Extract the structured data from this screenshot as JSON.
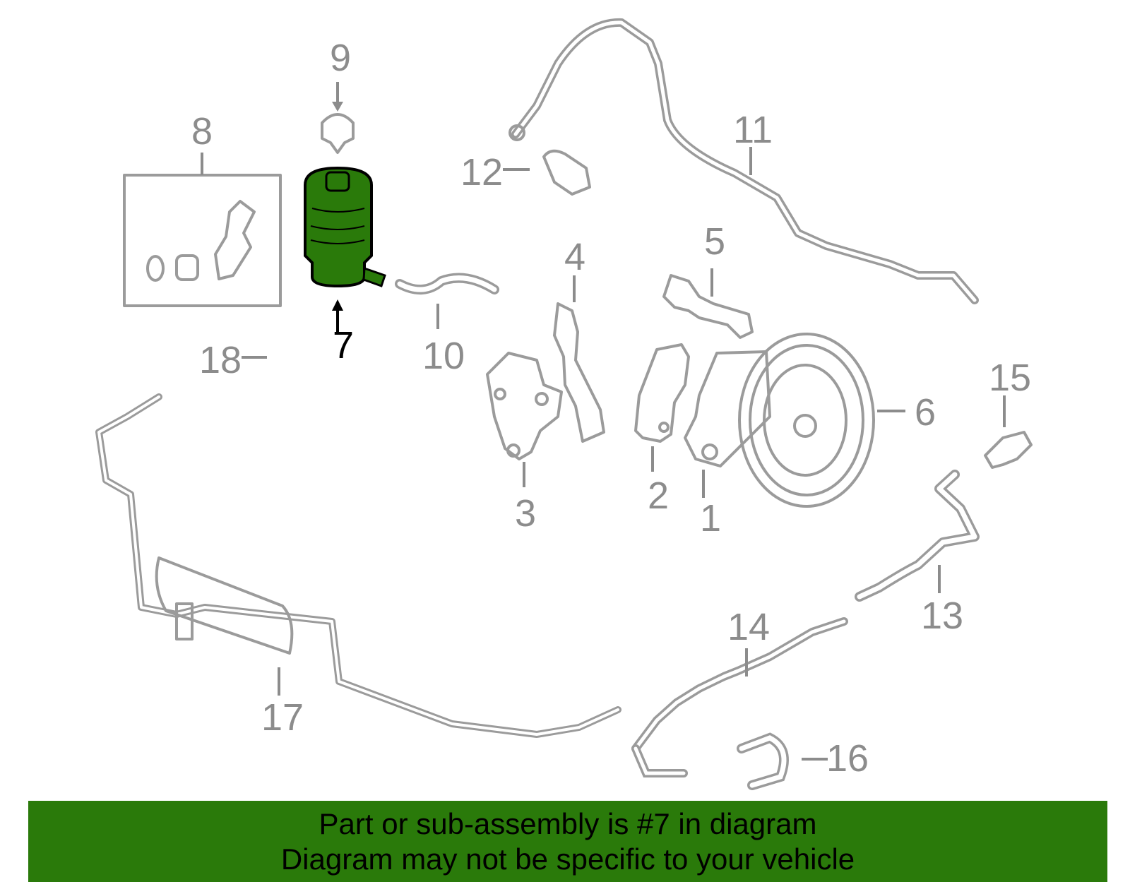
{
  "highlight_color": "#2a7a0a",
  "callouts": {
    "c1": "1",
    "c2": "2",
    "c3": "3",
    "c4": "4",
    "c5": "5",
    "c6": "6",
    "c7": "7",
    "c8": "8",
    "c9": "9",
    "c10": "10",
    "c11": "11",
    "c12": "12",
    "c13": "13",
    "c14": "14",
    "c15": "15",
    "c16": "16",
    "c17": "17",
    "c18": "18"
  },
  "banner": {
    "line1": "Part or sub-assembly is #7 in diagram",
    "line2": "Diagram may not be specific to your vehicle"
  }
}
